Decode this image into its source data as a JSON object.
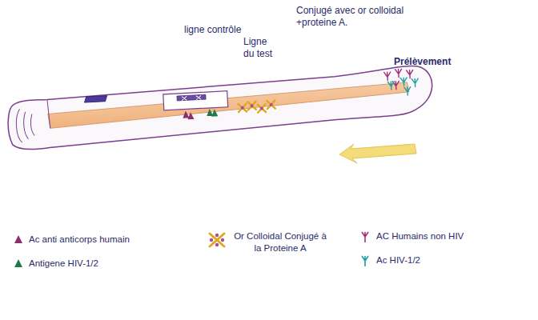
{
  "diagram": {
    "labels": [
      "ligne contrôle",
      "Ligne du test",
      "Conjugé avec or colloidal +proteine A.",
      "Prélèvement"
    ],
    "legend": [
      {
        "text": "Ac anti anticorps humain"
      },
      {
        "text": "Antigene HIV-1/2"
      },
      {
        "text": "Or Colloidal Conjugé à la Proteine A"
      },
      {
        "text": "AC Humains non HIV"
      },
      {
        "text": "Ac HIV-1/2"
      }
    ]
  }
}
